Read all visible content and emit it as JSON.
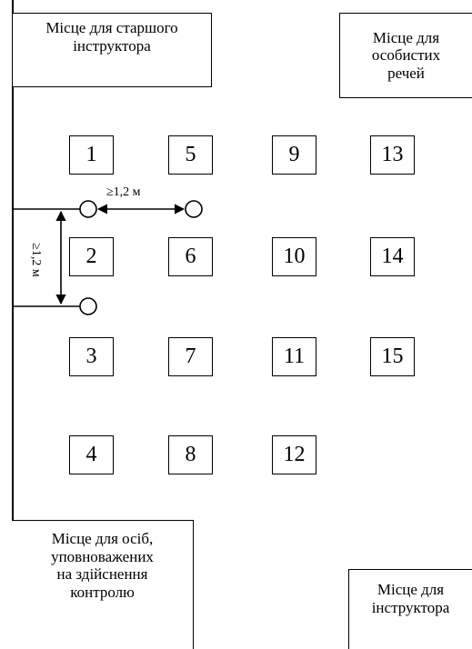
{
  "zones": {
    "senior_instructor": "Місце для старшого\nінструктора",
    "personal_items": "Місце для\nособистих\nречей",
    "controllers": "Місце для осіб,\nуповноважених\nна здійснення\nконтролю",
    "instructor": "Місце для\nінструктора"
  },
  "seats": [
    "1",
    "2",
    "3",
    "4",
    "5",
    "6",
    "7",
    "8",
    "9",
    "10",
    "11",
    "12",
    "13",
    "14",
    "15"
  ],
  "dimensions": {
    "horizontal": "≥1,2 м",
    "vertical": "≥1,2 м"
  }
}
